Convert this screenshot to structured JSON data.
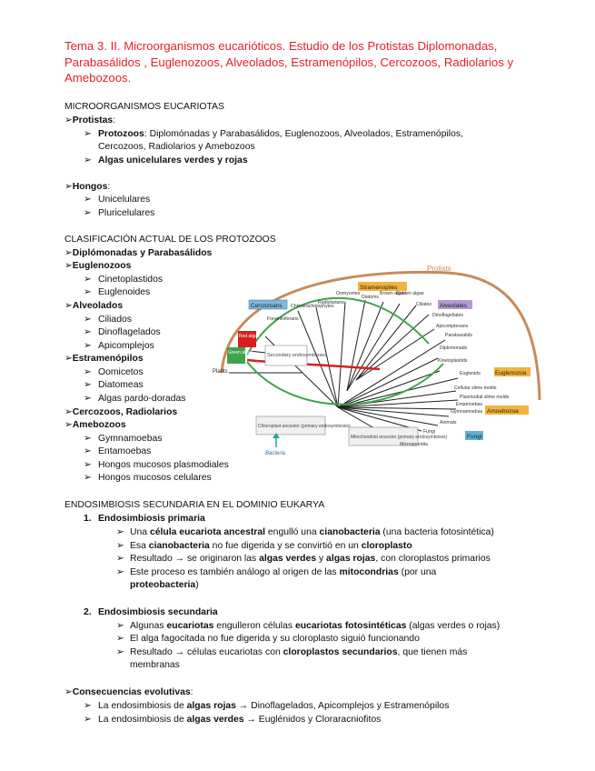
{
  "title": "Tema 3. II. Microorganismos eucarióticos. Estudio de los Protistas Diplomonadas, Parabasálidos , Euglenozoos, Alveolados, Estramenópilos, Cercozoos, Radiolarios y Amebozoos.",
  "s1": {
    "heading": "MICROORGANISMOS EUCARIOTAS",
    "protistas": "Protistas",
    "protozoos_label": "Protozoos",
    "protozoos_text_a": ": Diplomónadas y Parabasálidos, Euglenozoos, Alveolados, Estramenópilos,",
    "protozoos_text_b": "Cercozoos, Radiolarios y Amebozoos",
    "algas": "Algas unicelulares verdes y rojas",
    "hongos": "Hongos",
    "hongos_items": [
      "Unicelulares",
      "Pluricelulares"
    ]
  },
  "s2": {
    "heading": "CLASIFICACIÓN ACTUAL DE LOS PROTOZOOS",
    "g1": "Diplómonadas y Parabasálidos",
    "g2": "Euglenozoos",
    "g2_items": [
      "Cinetoplastidos",
      "Euglenoides"
    ],
    "g3": "Alveolados",
    "g3_items": [
      "Ciliados",
      "Dinoflagelados",
      "Apicomplejos"
    ],
    "g4": "Estramenópilos",
    "g4_items": [
      "Oomicetos",
      "Diatomeas",
      "Algas pardo-doradas"
    ],
    "g5": "Cercozoos, Radiolarios",
    "g6": "Amebozoos",
    "g6_items": [
      "Gymnamoebas",
      "Entamoebas",
      "Hongos mucosos plasmodiales",
      "Hongos mucosos celulares"
    ]
  },
  "diagram": {
    "protists": "Protists",
    "stramenopiles": "Stramenopiles",
    "cercozoans": "Cercozoans",
    "alveolates": "Alveolates",
    "euglenozoa": "Euglenozoa",
    "amoebozoa": "Amoebozoa",
    "fungi": "Fungi",
    "red_algae": "Red algae",
    "green_algae": "Green algae",
    "plants": "Plants",
    "secondary": "Secondary endosymbioses",
    "chloro_ancestor": "Chloroplast ancestor (primary endosymbiosis)",
    "mito_ancestor": "Mitochondrial ancestor (primary endosymbiosis)",
    "bacteria": "Bacteria",
    "leaves": [
      "Chlorarachniophytes",
      "Foraminiferans",
      "Radiolarians",
      "Oomycetes",
      "Diatoms",
      "Brown algae",
      "Golden algae",
      "Ciliates",
      "Dinoflagellates",
      "Apicomplexans",
      "Parabasalids",
      "Diplomonads",
      "Kinetoplastids",
      "Euglenids",
      "Cellular slime molds",
      "Plasmodial slime molds",
      "Entamoebas",
      "Gymnamoebas",
      "Animals",
      "Fungi",
      "Microsporidia"
    ]
  },
  "s3": {
    "heading": "ENDOSIMBIOSIS SECUNDARIA EN EL DOMINIO EUKARYA",
    "n1": "1.",
    "p1_title": "Endosimbiosis primaria",
    "p1_1a": "Una ",
    "p1_1b": "célula eucariota ancestral",
    "p1_1c": " engulló una ",
    "p1_1d": "cianobacteria",
    "p1_1e": " (una bacteria fotosintética)",
    "p1_2a": "Esa ",
    "p1_2b": "cianobacteria",
    "p1_2c": " no fue digerida y se convirtió en un ",
    "p1_2d": "cloroplasto",
    "p1_3a": "Resultado → se originaron las ",
    "p1_3b": "algas verdes",
    "p1_3c": " y ",
    "p1_3d": "algas rojas",
    "p1_3e": ", con cloroplastos primarios",
    "p1_4a": "Este proceso es también análogo al origen de las ",
    "p1_4b": "mitocondrias",
    "p1_4c": " (por una",
    "p1_4d": "proteobacteria",
    "p1_4e": ")",
    "n2": "2.",
    "p2_title": "Endosimbiosis secundaria",
    "p2_1a": "Algunas ",
    "p2_1b": "eucariotas",
    "p2_1c": " engulleron células ",
    "p2_1d": "eucariotas fotosintéticas",
    "p2_1e": " (algas verdes o rojas)",
    "p2_2": "El alga fagocitada no fue digerida y su cloroplasto siguió funcionando",
    "p2_3a": "Resultado → células eucariotas con ",
    "p2_3b": "cloroplastos secundarios",
    "p2_3c": ", que tienen más",
    "p2_3d": "membranas",
    "cons": "Consecuencias evolutivas",
    "c1a": "La endosimbiosis de ",
    "c1b": "algas rojas",
    "c1c": " → Dinoflagelados, Apicomplejos y Estramenópilos",
    "c2a": "La endosimbiosis de ",
    "c2b": "algas verdes",
    "c2c": " → Euglénidos y Cloraracniofitos"
  },
  "colors": {
    "title": "#e8202a",
    "stramenopiles": "#f3b33d",
    "cercozoans": "#7fb8dc",
    "alveolates": "#b39ad4",
    "euglenozoa": "#f3b33d",
    "amoebozoa": "#f3b33d",
    "fungi": "#5fb3d6",
    "red_algae": "#d62020",
    "green_algae": "#3fa34d",
    "protists_arc": "#c98a5a"
  }
}
